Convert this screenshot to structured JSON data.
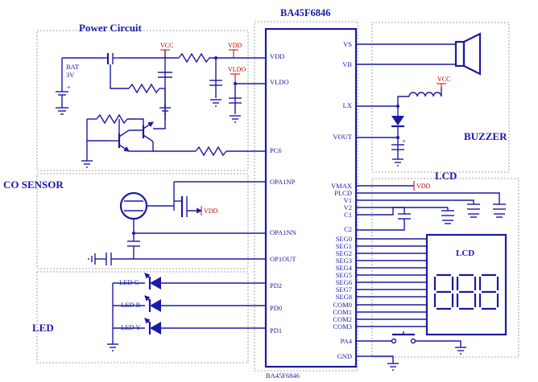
{
  "chip": {
    "title": "BA45F6846",
    "bottom_label": "BA45F6846",
    "left_pins": [
      "VDD",
      "VLDO",
      "PC6",
      "OPA1NP",
      "OPA1NN",
      "OP1OUT",
      "PD2",
      "PD0",
      "PD1"
    ],
    "right_pins": [
      "VS",
      "VB",
      "LX",
      "VOUT",
      "VMAX",
      "PLCD",
      "V1",
      "V2",
      "C1",
      "C2",
      "SEG0",
      "SEG1",
      "SEG2",
      "SEG3",
      "SEG4",
      "SEG5",
      "SEG6",
      "SEG7",
      "SEG8",
      "COM0",
      "COM1",
      "COM2",
      "COM3",
      "PA4",
      "GND"
    ]
  },
  "sections": {
    "power": "Power Circuit",
    "co_sensor": "CO SENSOR",
    "led": "LED",
    "buzzer": "BUZZER",
    "lcd": "LCD"
  },
  "labels": {
    "bat": "BAT",
    "bat_v": "3V",
    "vcc_power": "VCC",
    "vdd_power": "VDD",
    "vldo_power": "VLDO",
    "vcc_buzzer": "VCC",
    "vdd_sensor": "VDD",
    "vdd_vmax": "VDD",
    "led_g": "LED  G",
    "led_r": "LED  R",
    "led_y": "LED  Y",
    "lcd_panel_title": "LCD",
    "lcd_digits": "888"
  },
  "colors": {
    "wire": "#1a1aa6",
    "supply_label": "#c00000",
    "section_border": "#8a8a8a"
  }
}
